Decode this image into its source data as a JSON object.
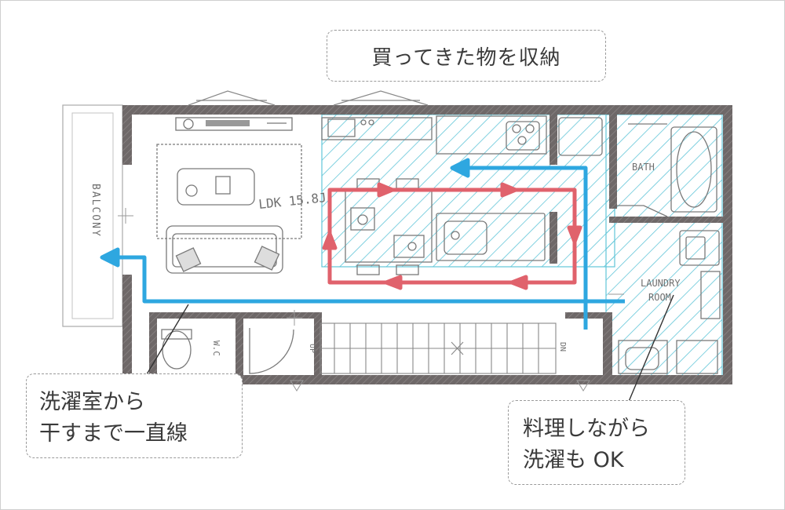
{
  "callouts": {
    "storage": "買ってきた物を収納",
    "laundry_line_1": "洗濯室から",
    "laundry_line_2": "干すまで一直線",
    "cook_line_1": "料理しながら",
    "cook_line_2": "洗濯も OK"
  },
  "room_labels": {
    "balcony": "BALCONY",
    "ldk": "LDK 15.8J",
    "bath": "BATH",
    "laundry_1": "LAUNDRY",
    "laundry_2": "ROOM",
    "wc": "W.C",
    "stairs_up": "UP",
    "stairs_down": "DN"
  },
  "colors": {
    "wall": "#6e6868",
    "blue_path": "#2ea7e0",
    "red_path": "#e0626c",
    "hatch": "#62c6d8"
  }
}
